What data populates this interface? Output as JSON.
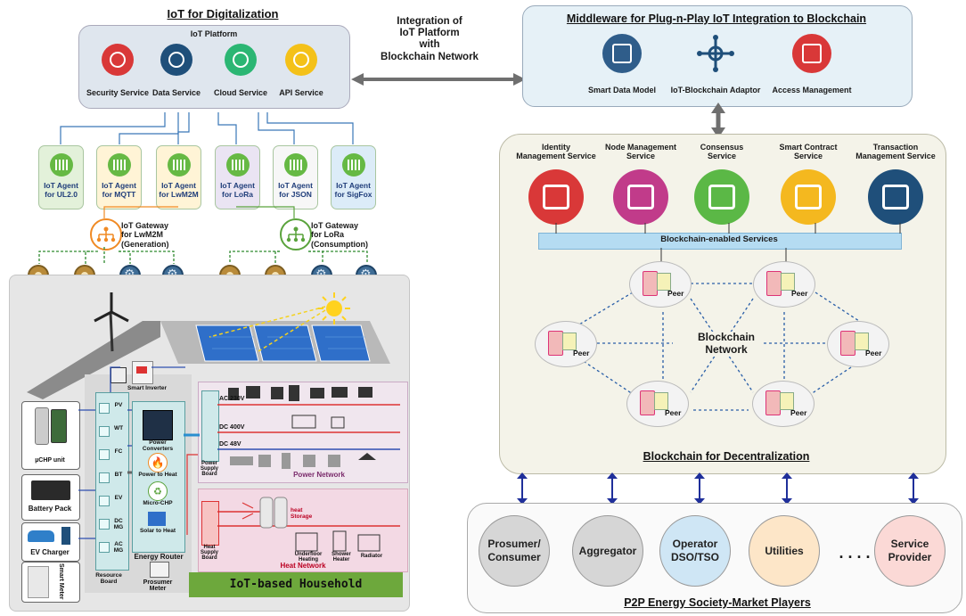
{
  "left": {
    "title": "IoT for Digitalization",
    "platform_label": "IoT Platform",
    "services": [
      {
        "label": "Security Service",
        "icon": "lock-icon",
        "color": "#d93838"
      },
      {
        "label": "Data Service",
        "icon": "database-icon",
        "color": "#1f4f7a"
      },
      {
        "label": "Cloud Service",
        "icon": "cloud-icon",
        "color": "#2bb673"
      },
      {
        "label": "API Service",
        "icon": "gears-icon",
        "color": "#f4c119"
      }
    ],
    "agents": [
      {
        "label": "IoT Agent\nfor UL2.0",
        "bg": "#e3f1da"
      },
      {
        "label": "IoT Agent\nfor MQTT",
        "bg": "#fff4d6"
      },
      {
        "label": "IoT Agent\nfor LwM2M",
        "bg": "#fff4d6"
      },
      {
        "label": "IoT Agent\nfor LoRa",
        "bg": "#eae4f3"
      },
      {
        "label": "IoT Agent\nfor JSON",
        "bg": "#f7f7f7"
      },
      {
        "label": "IoT Agent\nfor SigFox",
        "bg": "#dcecf8"
      }
    ],
    "gateway_left": "IoT Gateway\nfor LwM2M\n(Generation)",
    "gateway_right": "IoT Gateway\nfor LoRa\n(Consumption)",
    "devices": [
      "Sensor",
      "Sensor",
      "Actuator",
      "Actuator",
      "Sensor",
      "Sensor",
      "Actuator",
      "Actuator"
    ],
    "house": {
      "smart_inverter": "Smart Inverter",
      "uchp": "µCHP unit",
      "battery": "Battery Pack",
      "ev": "EV Charger",
      "smart_meter": "Smart Meter",
      "bus": [
        "PV",
        "WT",
        "FC",
        "BT",
        "EV",
        "DC\nMG",
        "AC\nMG"
      ],
      "router_items": [
        "Power\nConverters",
        "Power to Heat",
        "Micro-CHP",
        "Solar to Heat"
      ],
      "energy_router": "Energy Router",
      "resource_board": "Resource\nBoard",
      "prosumer_meter": "Prosumer\nMeter",
      "household": "IoT-based Household",
      "power_supply_board": "Power\nSupply\nBoard",
      "ac": "AC 230V",
      "dc400": "DC 400V",
      "dc48": "DC 48V",
      "power_network": "Power Network",
      "heat_supply_board": "Heat\nSupply\nBoard",
      "heat_storage": "heat\nStorage",
      "underfloor": "Underfloor\nHeating",
      "shower": "Shower\nHeater",
      "radiator": "Radiator",
      "heat_network": "Heat Network"
    }
  },
  "integration": "Integration of\nIoT Platform\nwith\nBlockchain Network",
  "middleware": {
    "title": "Middleware for Plug-n-Play IoT Integration to Blockchain",
    "items": [
      {
        "label": "Smart Data Model",
        "icon": "grid-icon",
        "color": "#2f5d8a"
      },
      {
        "label": "IoT-Blockchain Adaptor",
        "icon": "hub-icon",
        "color": "#1f4f7a"
      },
      {
        "label": "Access Management",
        "icon": "users-icon",
        "color": "#d93838"
      }
    ]
  },
  "blockchain": {
    "services": [
      {
        "label": "Identity\nManagement Service",
        "icon": "wallet-icon",
        "color": "#d93838"
      },
      {
        "label": "Node Management\nService",
        "icon": "nodes-icon",
        "color": "#c13b8a"
      },
      {
        "label": "Consensus\nService",
        "icon": "cubes-icon",
        "color": "#5bb846"
      },
      {
        "label": "Smart Contract\nService",
        "icon": "certificate-icon",
        "color": "#f4b81f"
      },
      {
        "label": "Transaction\nManagement Service",
        "icon": "handshake-icon",
        "color": "#1f4f7a"
      }
    ],
    "bar": "Blockchain-enabled Services",
    "peer": "Peer",
    "network": "Blockchain\nNetwork",
    "title": "Blockchain for Decentralization"
  },
  "market": {
    "players": [
      {
        "label": "Prosumer/\nConsumer",
        "bg": "#d6d6d6"
      },
      {
        "label": "Aggregator",
        "bg": "#d6d6d6"
      },
      {
        "label": "Operator\nDSO/TSO",
        "bg": "#cfe6f5"
      },
      {
        "label": "Utilities",
        "bg": "#fde6c8"
      },
      {
        "label": "Service\nProvider",
        "bg": "#fbd9d6"
      }
    ],
    "ellipsis": ". . . .",
    "title": "P2P Energy Society-Market Players"
  }
}
